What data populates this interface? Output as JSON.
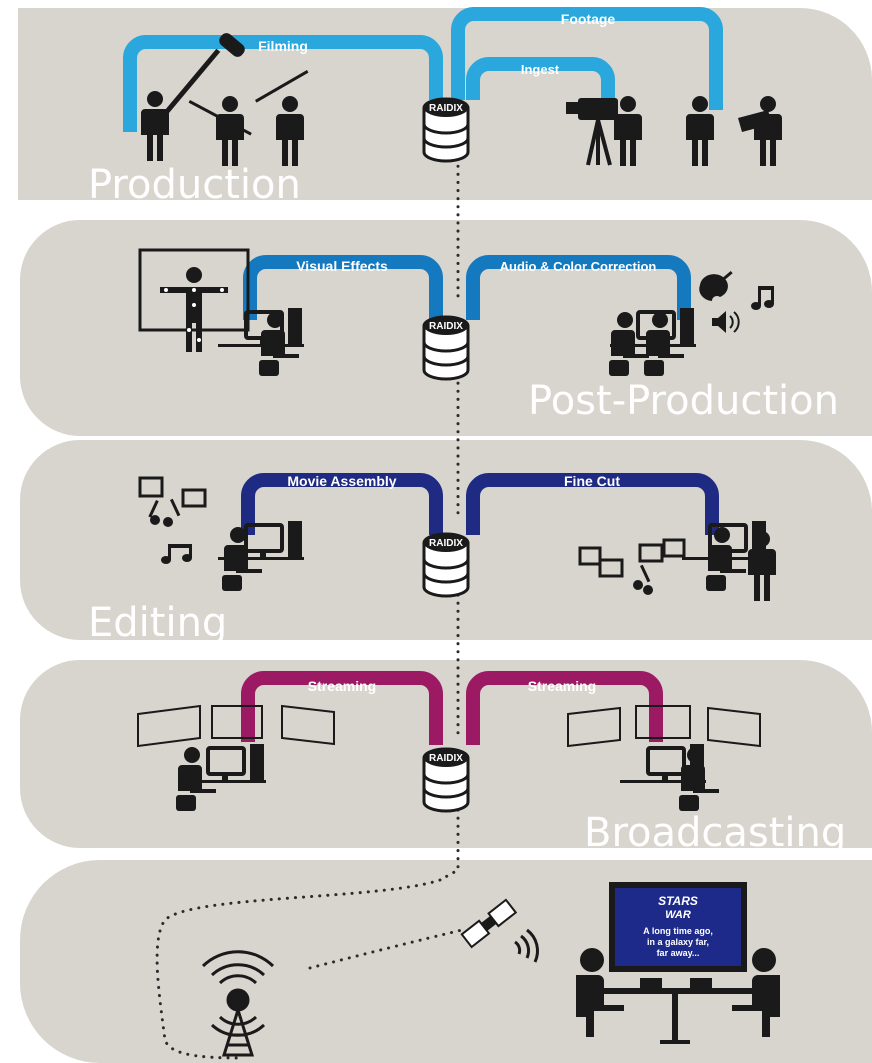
{
  "colors": {
    "panel": "#d8d4ce",
    "panel_edge": "#bdb8b1",
    "production_bridge": "#2aa7dc",
    "postproduction_bridge": "#1479bf",
    "editing_bridge": "#1f2b82",
    "broadcasting_bridge": "#9b1a63",
    "icon": "#1a1a1a",
    "dots": "#2b2b2b",
    "tv_screen": "#1d2a8a"
  },
  "storage_label": "RAIDIX",
  "stages": [
    {
      "title": "Production",
      "icons": [
        "boom-operator-icon",
        "fighting-actors-icon",
        "camera-operator-icon",
        "crew-icon"
      ],
      "bridges": [
        {
          "label": "Filming"
        },
        {
          "label": "Footage"
        },
        {
          "label": "Ingest"
        }
      ]
    },
    {
      "title": "Post-Production",
      "icons": [
        "motion-capture-icon",
        "workstation-icon",
        "palette-icon",
        "music-note-icon",
        "speaker-icon"
      ],
      "bridges": [
        {
          "label": "Visual Effects"
        },
        {
          "label": "Audio & Color Correction"
        }
      ]
    },
    {
      "title": "Editing",
      "icons": [
        "film-scissors-icon",
        "workstation-icon",
        "film-strip-icon"
      ],
      "bridges": [
        {
          "label": "Movie Assembly"
        },
        {
          "label": "Fine Cut"
        }
      ]
    },
    {
      "title": "Broadcasting",
      "icons": [
        "monitor-wall-icon",
        "workstation-icon"
      ],
      "bridges": [
        {
          "label": "Streaming"
        },
        {
          "label": "Streaming"
        }
      ]
    }
  ],
  "delivery": {
    "icons": [
      "broadcast-tower-icon",
      "satellite-icon",
      "tv-viewers-icon"
    ],
    "tv_screen_lines": [
      "STARS",
      "WAR",
      "A long time ago,",
      "in a galaxy far,",
      "far away..."
    ]
  }
}
